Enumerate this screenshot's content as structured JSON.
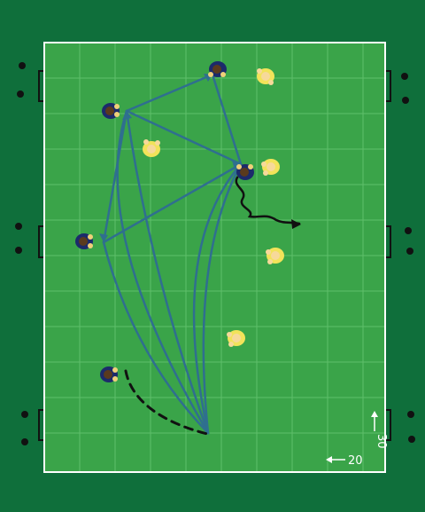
{
  "diagram": {
    "colors": {
      "outer_field": "#0f6f3b",
      "grid_field": "#3aa449",
      "grid_lines": "#5fbf6a",
      "boundary": "#ffffff",
      "pass_line": "#2f6f8f",
      "run_line": "#111111",
      "team_blue": "#1c2a6b",
      "team_yellow": "#f2e35a"
    },
    "dimensions": {
      "width_label": "20",
      "length_label": "30"
    },
    "players": {
      "blue": [
        "blue-1",
        "blue-2",
        "blue-3",
        "blue-4",
        "blue-5"
      ],
      "yellow": [
        "yellow-1",
        "yellow-2",
        "yellow-3",
        "yellow-4",
        "yellow-5"
      ]
    },
    "actions": {
      "passes": [
        "pass-1",
        "pass-2",
        "pass-3",
        "pass-4",
        "pass-5",
        "pass-6",
        "pass-7"
      ],
      "runs": [
        "dribble-run",
        "support-run"
      ]
    }
  }
}
